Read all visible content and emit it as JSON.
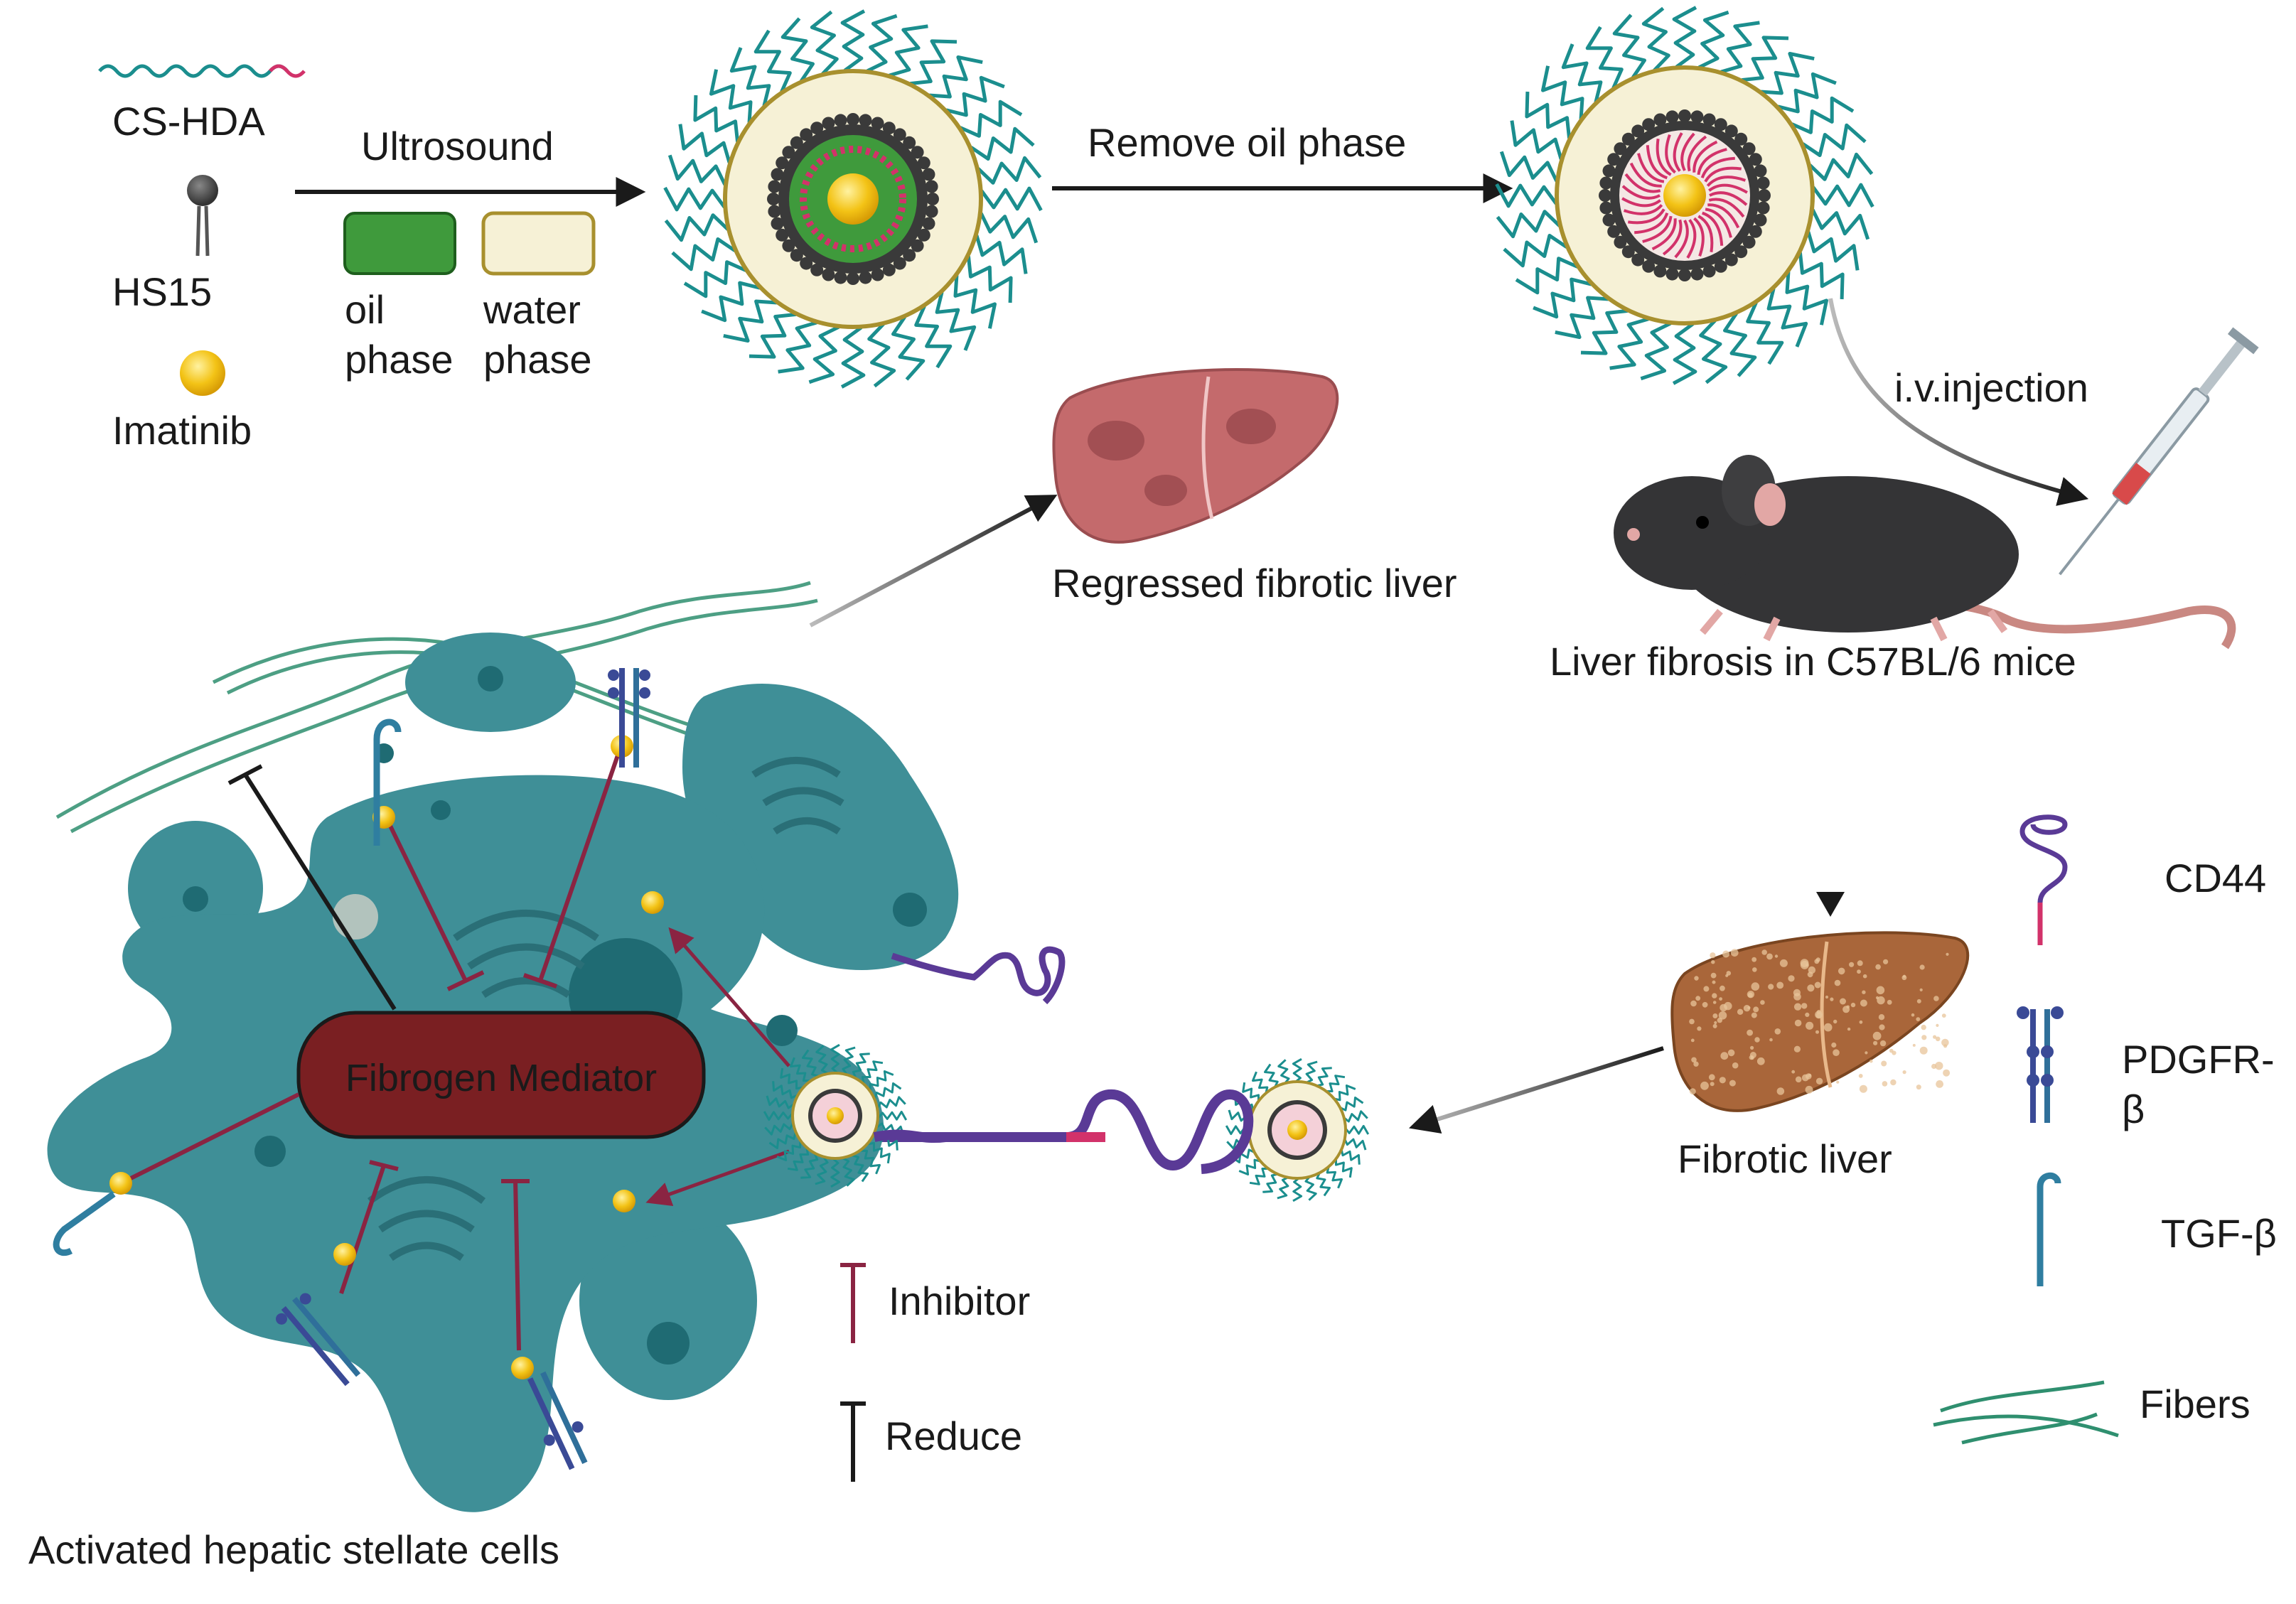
{
  "legend_top": {
    "cs_hda": "CS-HDA",
    "hs15": "HS15",
    "imatinib": "Imatinib"
  },
  "steps": {
    "ultrasound": "Ultrosound",
    "oil_phase_line1": "oil",
    "oil_phase_line2": "phase",
    "water_phase_line1": "water",
    "water_phase_line2": "phase",
    "remove_oil": "Remove oil phase",
    "iv_injection": "i.v.injection"
  },
  "labels": {
    "regressed_liver": "Regressed fibrotic liver",
    "mice": "Liver fibrosis in C57BL/6 mice",
    "fibrotic_liver": "Fibrotic liver",
    "fibrogen_mediator": "Fibrogen Mediator",
    "cells": "Activated hepatic stellate cells",
    "inhibitor": "Inhibitor",
    "reduce": "Reduce"
  },
  "legend_right": {
    "cd44": "CD44",
    "pdgfr_line1": "PDGFR-",
    "pdgfr_line2": "β",
    "tgf": "TGF-β",
    "fibers": "Fibers"
  },
  "colors": {
    "cell": "#3f8f97",
    "cell_dark": "#2f7780",
    "mediator": "#7a1f22",
    "inhibitor": "#8a2442",
    "oil": "#3f9a3c",
    "water": "#f6f1d6",
    "imatinib": "#f3c316",
    "polymer": "#1b8e8e",
    "liver_healthy": "#c46a6c",
    "liver_fibrotic": "#a9663a",
    "mouse": "#333335",
    "cd44": "#5a3a96"
  }
}
